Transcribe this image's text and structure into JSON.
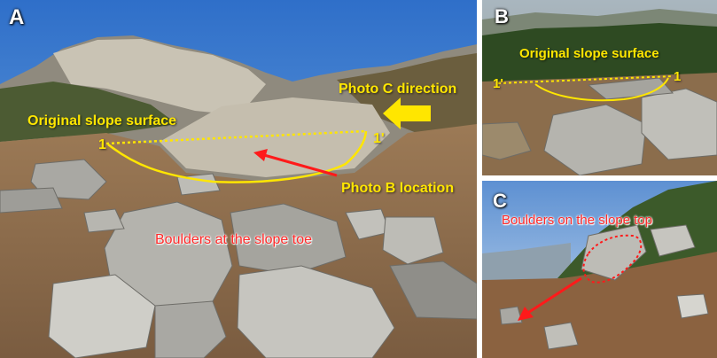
{
  "panels": {
    "a": {
      "label": "A",
      "original_slope_surface": "Original slope surface",
      "point_1": "1",
      "point_1_prime": "1'",
      "photo_c_direction": "Photo C direction",
      "photo_b_location": "Photo B location",
      "boulders_toe": "Boulders at the slope toe"
    },
    "b": {
      "label": "B",
      "original_slope_surface": "Original slope surface",
      "point_1": "1",
      "point_1_prime": "1'"
    },
    "c": {
      "label": "C",
      "boulders_top": "Boulders on the slope top"
    }
  },
  "colors": {
    "annotation_yellow": "#ffe600",
    "annotation_red": "#ff2a2a",
    "sky_blue": "#3f7fd0",
    "rock_gray": "#b9b9b4",
    "slope_brown": "#8a6a48",
    "forest_green": "#3d5a2c"
  }
}
